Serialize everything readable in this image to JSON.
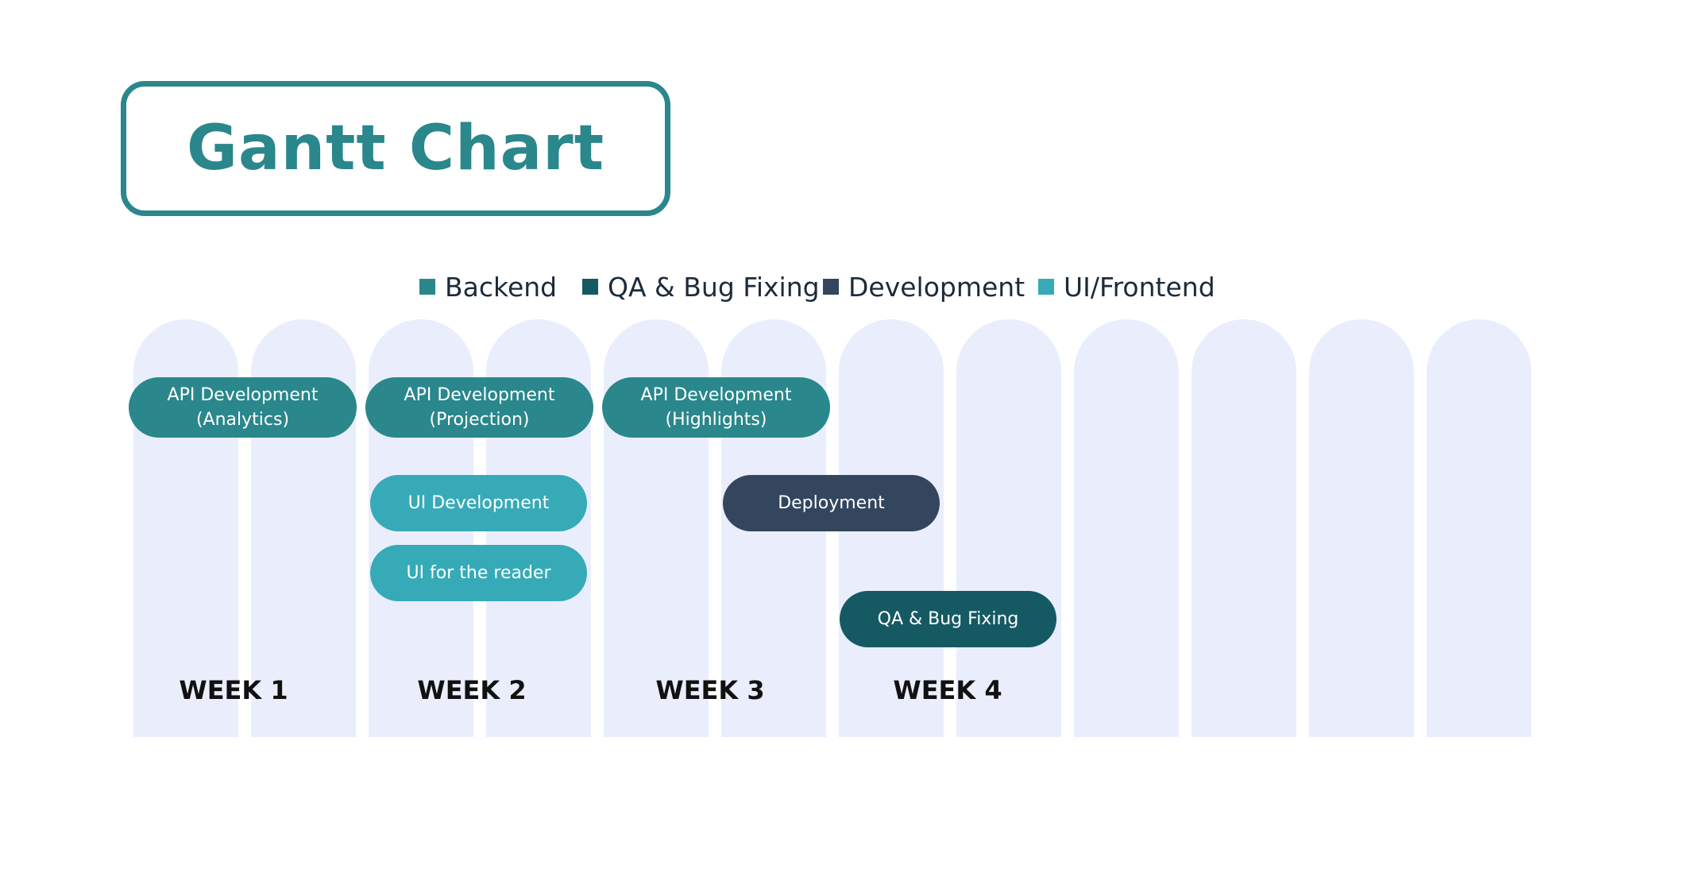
{
  "title": "Gantt Chart",
  "legend": [
    {
      "label": "Backend",
      "color": "#2a878c"
    },
    {
      "label": "QA & Bug Fixing",
      "color": "#155a63"
    },
    {
      "label": "Development",
      "color": "#33465e"
    },
    {
      "label": "UI/Frontend",
      "color": "#37aab8"
    }
  ],
  "weeks": [
    "WEEK 1",
    "WEEK 2",
    "WEEK 3",
    "WEEK 4"
  ],
  "tasks": [
    {
      "label": "API Development\n(Analytics)",
      "category": "Backend"
    },
    {
      "label": "API Development\n(Projection)",
      "category": "Backend"
    },
    {
      "label": "API Development\n(Highlights)",
      "category": "Backend"
    },
    {
      "label": "UI Development",
      "category": "UI/Frontend"
    },
    {
      "label": "Deployment",
      "category": "Development"
    },
    {
      "label": "UI for the reader",
      "category": "UI/Frontend"
    },
    {
      "label": "QA & Bug Fixing",
      "category": "QA & Bug Fixing"
    }
  ]
}
